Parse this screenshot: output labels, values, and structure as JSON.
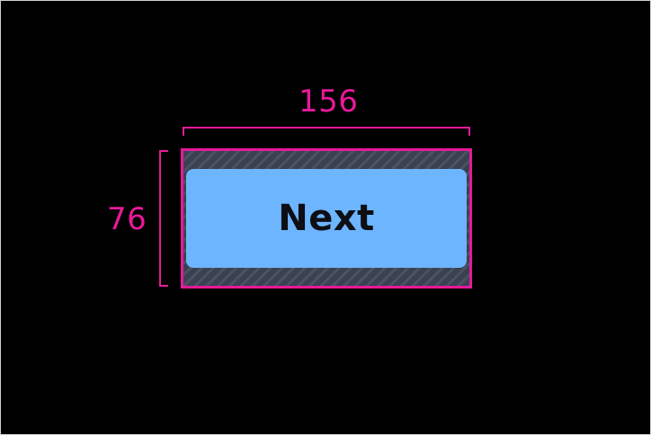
{
  "colors": {
    "magenta": "#e8199a",
    "button_fill": "#6db5ff",
    "background": "#000000"
  },
  "dimensions": {
    "width_label": "156",
    "height_label": "76"
  },
  "button": {
    "label": "Next"
  }
}
